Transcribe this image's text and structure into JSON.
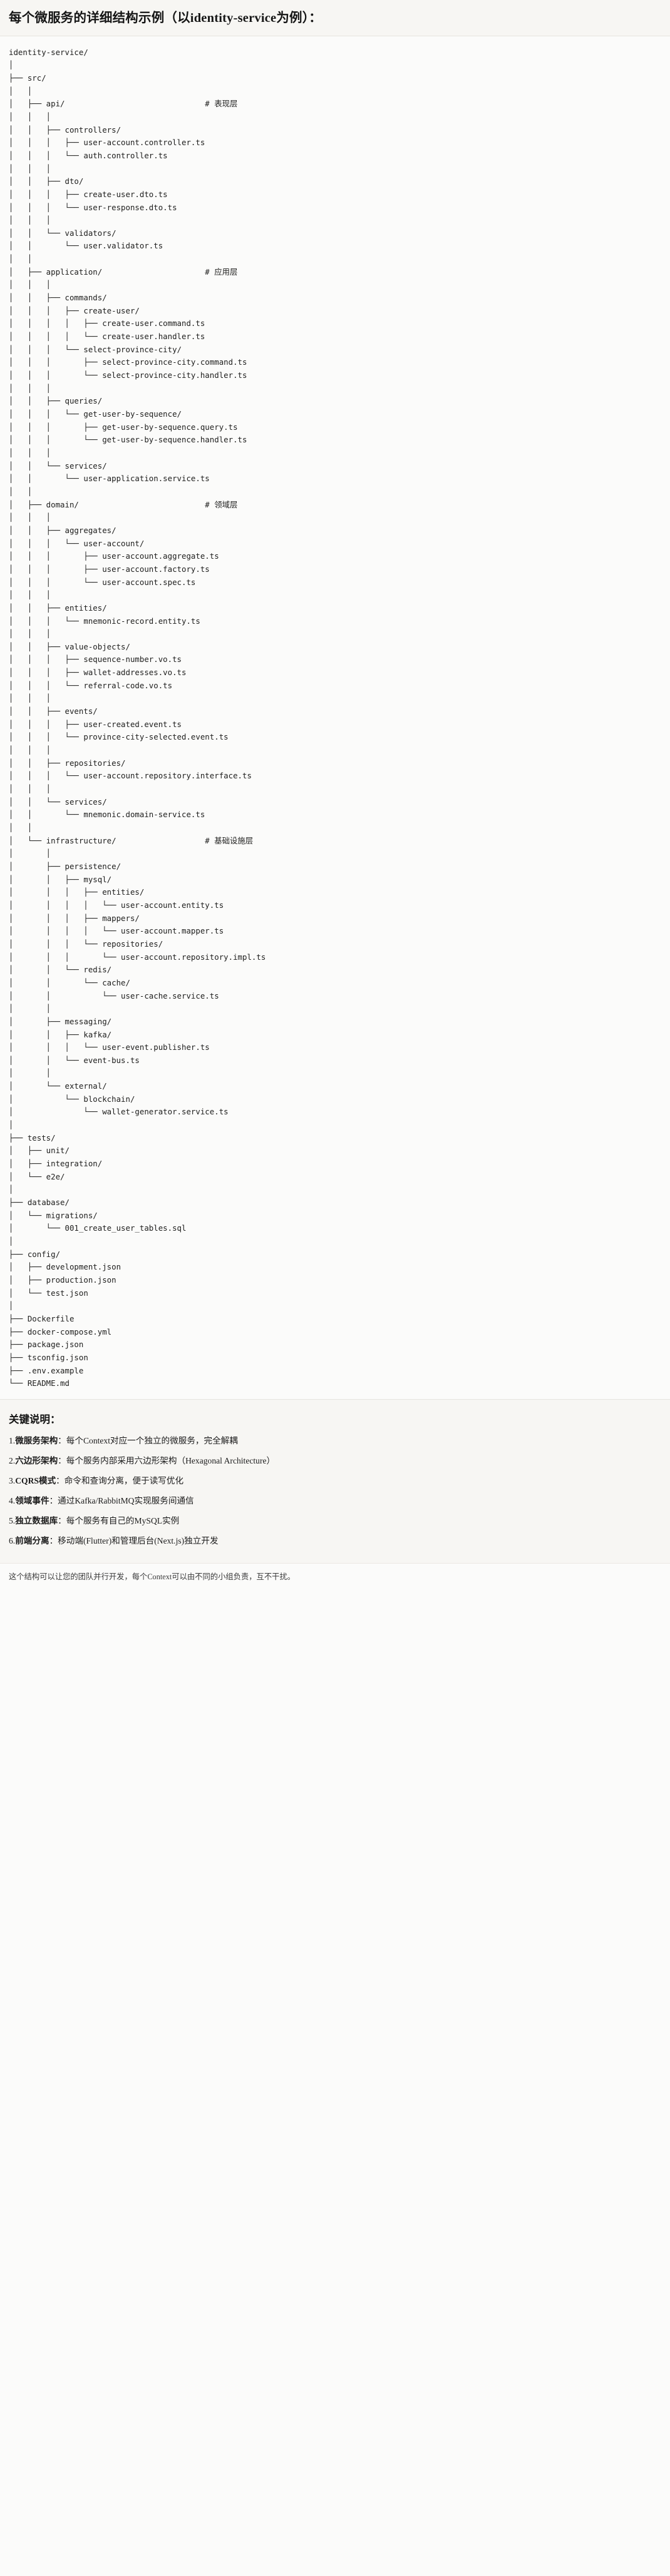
{
  "header": {
    "title": "每个微服务的详细结构示例（以identity-service为例）："
  },
  "tree": {
    "root": "identity-service/",
    "lines": [
      "identity-service/",
      "│",
      "├── src/",
      "│   │",
      "│   ├── api/                              # 表现层",
      "│   │   │",
      "│   │   ├── controllers/",
      "│   │   │   ├── user-account.controller.ts",
      "│   │   │   └── auth.controller.ts",
      "│   │   │",
      "│   │   ├── dto/",
      "│   │   │   ├── create-user.dto.ts",
      "│   │   │   └── user-response.dto.ts",
      "│   │   │",
      "│   │   └── validators/",
      "│   │       └── user.validator.ts",
      "│   │",
      "│   ├── application/                      # 应用层",
      "│   │   │",
      "│   │   ├── commands/",
      "│   │   │   ├── create-user/",
      "│   │   │   │   ├── create-user.command.ts",
      "│   │   │   │   └── create-user.handler.ts",
      "│   │   │   └── select-province-city/",
      "│   │   │       ├── select-province-city.command.ts",
      "│   │   │       └── select-province-city.handler.ts",
      "│   │   │",
      "│   │   ├── queries/",
      "│   │   │   └── get-user-by-sequence/",
      "│   │   │       ├── get-user-by-sequence.query.ts",
      "│   │   │       └── get-user-by-sequence.handler.ts",
      "│   │   │",
      "│   │   └── services/",
      "│   │       └── user-application.service.ts",
      "│   │",
      "│   ├── domain/                           # 领域层",
      "│   │   │",
      "│   │   ├── aggregates/",
      "│   │   │   └── user-account/",
      "│   │   │       ├── user-account.aggregate.ts",
      "│   │   │       ├── user-account.factory.ts",
      "│   │   │       └── user-account.spec.ts",
      "│   │   │",
      "│   │   ├── entities/",
      "│   │   │   └── mnemonic-record.entity.ts",
      "│   │   │",
      "│   │   ├── value-objects/",
      "│   │   │   ├── sequence-number.vo.ts",
      "│   │   │   ├── wallet-addresses.vo.ts",
      "│   │   │   └── referral-code.vo.ts",
      "│   │   │",
      "│   │   ├── events/",
      "│   │   │   ├── user-created.event.ts",
      "│   │   │   └── province-city-selected.event.ts",
      "│   │   │",
      "│   │   ├── repositories/",
      "│   │   │   └── user-account.repository.interface.ts",
      "│   │   │",
      "│   │   └── services/",
      "│   │       └── mnemonic.domain-service.ts",
      "│   │",
      "│   └── infrastructure/                   # 基础设施层",
      "│       │",
      "│       ├── persistence/",
      "│       │   ├── mysql/",
      "│       │   │   ├── entities/",
      "│       │   │   │   └── user-account.entity.ts",
      "│       │   │   ├── mappers/",
      "│       │   │   │   └── user-account.mapper.ts",
      "│       │   │   └── repositories/",
      "│       │   │       └── user-account.repository.impl.ts",
      "│       │   └── redis/",
      "│       │       └── cache/",
      "│       │           └── user-cache.service.ts",
      "│       │",
      "│       ├── messaging/",
      "│       │   ├── kafka/",
      "│       │   │   └── user-event.publisher.ts",
      "│       │   └── event-bus.ts",
      "│       │",
      "│       └── external/",
      "│           └── blockchain/",
      "│               └── wallet-generator.service.ts",
      "│",
      "├── tests/",
      "│   ├── unit/",
      "│   ├── integration/",
      "│   └── e2e/",
      "│",
      "├── database/",
      "│   └── migrations/",
      "│       └── 001_create_user_tables.sql",
      "│",
      "├── config/",
      "│   ├── development.json",
      "│   ├── production.json",
      "│   └── test.json",
      "│",
      "├── Dockerfile",
      "├── docker-compose.yml",
      "├── package.json",
      "├── tsconfig.json",
      "├── .env.example",
      "└── README.md"
    ],
    "comments": [
      "# 表现层",
      "# 应用层",
      "# 领域层",
      "# 基础设施层"
    ]
  },
  "notes": {
    "title": "关键说明：",
    "items": [
      {
        "num": "1.",
        "label": "微服务架构",
        "text": "：每个Context对应一个独立的微服务，完全解耦"
      },
      {
        "num": "2.",
        "label": "六边形架构",
        "text": "：每个服务内部采用六边形架构（Hexagonal Architecture）"
      },
      {
        "num": "3.",
        "label": "CQRS模式",
        "text": "：命令和查询分离，便于读写优化"
      },
      {
        "num": "4.",
        "label": "领域事件",
        "text": "：通过Kafka/RabbitMQ实现服务间通信"
      },
      {
        "num": "5.",
        "label": "独立数据库",
        "text": "：每个服务有自己的MySQL实例"
      },
      {
        "num": "6.",
        "label": "前端分离",
        "text": "：移动端(Flutter)和管理后台(Next.js)独立开发"
      }
    ]
  },
  "footnote": {
    "text": "这个结构可以让您的团队并行开发，每个Context可以由不同的小组负责，互不干扰。"
  }
}
